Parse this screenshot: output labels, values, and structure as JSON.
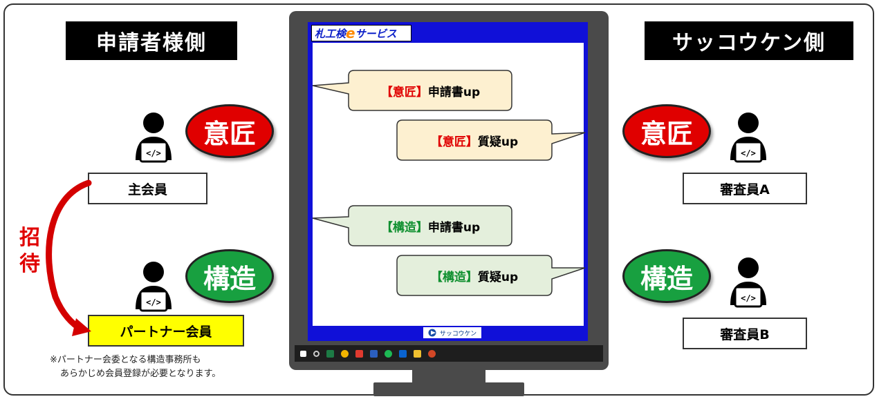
{
  "left": {
    "title": "申請者様側",
    "badge_design": "意匠",
    "badge_structure": "構造",
    "main_member": "主会員",
    "partner_member": "パートナー会員",
    "invite": [
      "招",
      "待"
    ],
    "note_line1": "※パートナー会委となる構造事務所も",
    "note_line2": "あらかじめ会員登録が必要となります。"
  },
  "right": {
    "title": "サッコウケン側",
    "badge_design": "意匠",
    "badge_structure": "構造",
    "reviewer_a": "審査員A",
    "reviewer_b": "審査員B"
  },
  "screen": {
    "logo_prefix": "札工検",
    "logo_e": "e",
    "logo_suffix": "サービス",
    "footer_logo": "サッコウケン",
    "bubbles": [
      {
        "tag": "【意匠】",
        "text": "申請書up",
        "color": "red"
      },
      {
        "tag": "【意匠】",
        "text": "質疑up",
        "color": "red"
      },
      {
        "tag": "【構造】",
        "text": "申請書up",
        "color": "green"
      },
      {
        "tag": "【構造】",
        "text": "質疑up",
        "color": "green"
      }
    ]
  },
  "colors": {
    "design_badge": "#e00000",
    "structure_badge": "#18a040",
    "design_bubble": "#fdf0d0",
    "structure_bubble": "#e4efdc",
    "partner_box": "#ffff00",
    "screen_border": "#1010d8"
  },
  "icons": [
    "person-laptop-icon",
    "invite-arrow-icon",
    "windows-start-icon"
  ]
}
